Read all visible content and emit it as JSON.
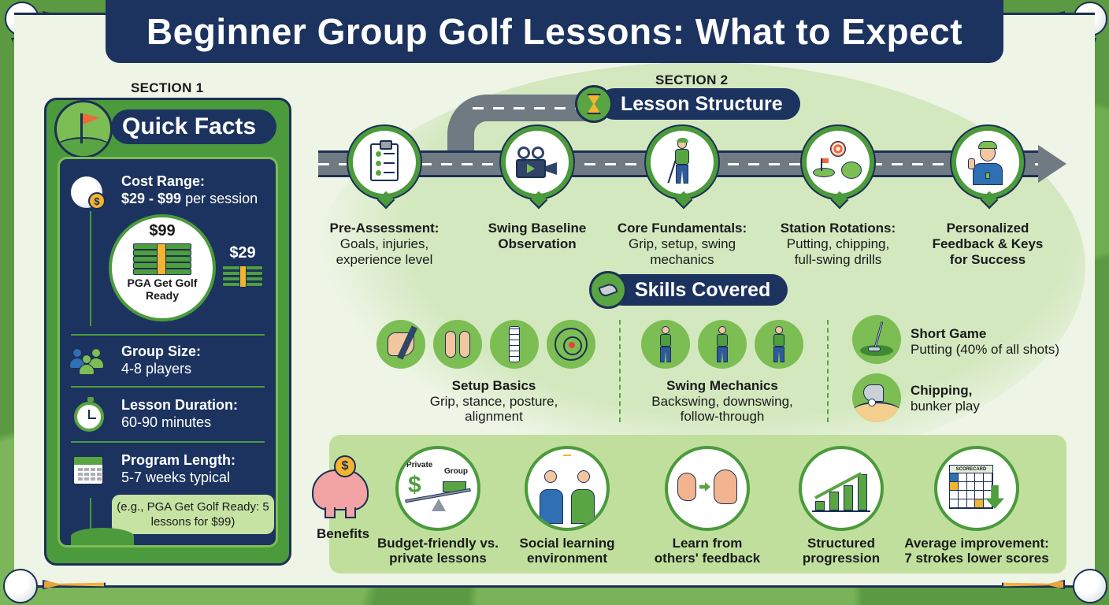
{
  "title": "Beginner Group Golf Lessons: What to Expect",
  "section1": {
    "label": "SECTION 1",
    "header": "Quick Facts",
    "facts": [
      {
        "title": "Cost Range:",
        "value_bold": "$29 - $99",
        "value_rest": " per session",
        "icon": "golf-ball-dollar-icon"
      },
      {
        "title": "Group Size:",
        "value": "4-8 players",
        "icon": "group-people-icon"
      },
      {
        "title": "Lesson Duration:",
        "value": "60-90 minutes",
        "icon": "stopwatch-icon"
      },
      {
        "title": "Program Length:",
        "value": "5-7 weeks typical",
        "icon": "calendar-icon"
      }
    ],
    "price_high": {
      "amount": "$99",
      "label": "PGA Get Golf Ready"
    },
    "price_low": {
      "amount": "$29"
    },
    "note": "(e.g., PGA Get Golf Ready: 5 lessons for $99)"
  },
  "section2": {
    "label": "SECTION 2",
    "header": "Lesson Structure",
    "steps": [
      {
        "name": "Pre-Assessment:",
        "desc": "Goals, injuries, experience level",
        "icon": "clipboard-checklist-icon"
      },
      {
        "name": "Swing Baseline Observation",
        "desc": "",
        "icon": "video-camera-icon"
      },
      {
        "name": "Core Fundamentals:",
        "desc": "Grip, setup, swing mechanics",
        "icon": "golfer-address-icon"
      },
      {
        "name": "Station Rotations:",
        "desc": "Putting, chipping, full-swing drills",
        "icon": "station-rotation-icon"
      },
      {
        "name": "Personalized Feedback & Keys for Success",
        "desc": "",
        "icon": "coach-thumbs-up-icon"
      }
    ]
  },
  "skills": {
    "header": "Skills Covered",
    "groups": [
      {
        "name": "Setup Basics",
        "desc": "Grip, stance, posture, alignment",
        "icons": [
          "grip-hand-icon",
          "feet-stance-icon",
          "spine-posture-icon",
          "alignment-target-icon"
        ]
      },
      {
        "name": "Swing Mechanics",
        "desc": "Backswing, downswing, follow-through",
        "icons": [
          "backswing-icon",
          "downswing-icon",
          "follow-through-icon"
        ]
      }
    ],
    "side": [
      {
        "name": "Short Game",
        "desc": "Putting (40% of all shots)",
        "icon": "putter-icon"
      },
      {
        "name": "Chipping,",
        "desc": "bunker play",
        "icon": "bunker-wedge-icon"
      }
    ]
  },
  "benefits": {
    "label": "Benefits",
    "items": [
      {
        "label": "Budget-friendly vs. private lessons",
        "icon": "seesaw-cost-icon",
        "private_tag": "Private",
        "group_tag": "Group"
      },
      {
        "label": "Social learning environment",
        "icon": "high-five-icon"
      },
      {
        "label": "Learn from others' feedback",
        "icon": "ear-to-head-icon"
      },
      {
        "label": "Structured progression",
        "icon": "growth-chart-icon"
      },
      {
        "label": "Average improvement: 7 strokes lower scores",
        "icon": "scorecard-down-icon",
        "scorecard_text": "SCORECARD"
      }
    ]
  },
  "colors": {
    "navy": "#1c3360",
    "green": "#4b9a3c",
    "light_green": "#c0df9d",
    "gold": "#f2b431",
    "orange": "#ef6a3a"
  }
}
